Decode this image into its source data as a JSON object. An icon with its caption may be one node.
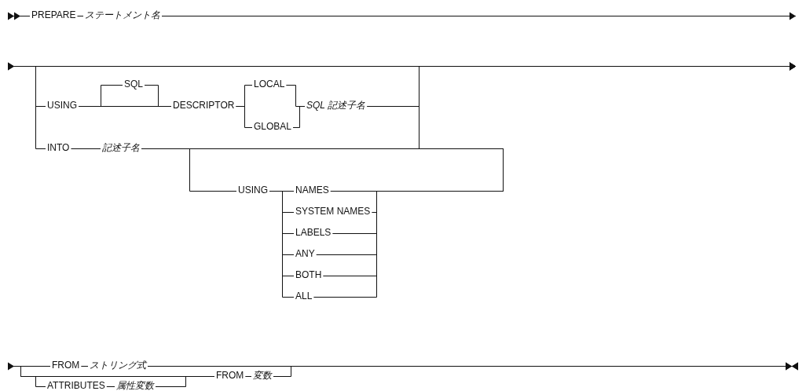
{
  "diagram": {
    "nodes": [
      {
        "text": [
          "PREPARE"
        ]
      },
      {
        "text": [
          "ステートメント名"
        ]
      },
      {
        "text": [
          "USING"
        ]
      },
      {
        "text": [
          "SQL"
        ]
      },
      {
        "text": [
          "DESCRIPTOR"
        ]
      },
      {
        "text": [
          "LOCAL"
        ]
      },
      {
        "text": [
          "GLOBAL"
        ]
      },
      {
        "text": [
          "SQL 記述子名"
        ]
      },
      {
        "text": [
          "INTO"
        ]
      },
      {
        "text": [
          "記述子名"
        ]
      },
      {
        "text": [
          "USING"
        ]
      },
      {
        "text": [
          "NAMES"
        ]
      },
      {
        "text": [
          "SYSTEM NAMES"
        ]
      },
      {
        "text": [
          "LABELS"
        ]
      },
      {
        "text": [
          "ANY"
        ]
      },
      {
        "text": [
          "BOTH"
        ]
      },
      {
        "text": [
          "ALL"
        ]
      },
      {
        "text": [
          "FROM"
        ]
      },
      {
        "text": [
          "ストリング式"
        ]
      },
      {
        "text": [
          "ATTRIBUTES"
        ]
      },
      {
        "text": [
          "属性変数"
        ]
      },
      {
        "text": [
          "FROM"
        ]
      },
      {
        "text": [
          "変数"
        ]
      }
    ],
    "edges": [
      {
        "from": 0,
        "to": 1,
        "arrow": "none"
      },
      {
        "from": 2,
        "to": 3,
        "arrow": "none"
      },
      {
        "from": 3,
        "to": 4,
        "arrow": "none"
      },
      {
        "from": 2,
        "to": 4,
        "arrow": "none"
      },
      {
        "from": 4,
        "to": 5,
        "arrow": "none"
      },
      {
        "from": 4,
        "to": 6,
        "arrow": "none"
      },
      {
        "from": 5,
        "to": 7,
        "arrow": "none"
      },
      {
        "from": 6,
        "to": 7,
        "arrow": "none"
      },
      {
        "from": 8,
        "to": 9,
        "arrow": "none"
      },
      {
        "from": 9,
        "to": 10,
        "arrow": "none"
      },
      {
        "from": 10,
        "to": 11,
        "arrow": "none"
      },
      {
        "from": 10,
        "to": 12,
        "arrow": "none"
      },
      {
        "from": 10,
        "to": 13,
        "arrow": "none"
      },
      {
        "from": 10,
        "to": 14,
        "arrow": "none"
      },
      {
        "from": 10,
        "to": 15,
        "arrow": "none"
      },
      {
        "from": 10,
        "to": 16,
        "arrow": "none"
      },
      {
        "from": 17,
        "to": 18,
        "arrow": "none"
      },
      {
        "from": 19,
        "to": 20,
        "arrow": "none"
      },
      {
        "from": 20,
        "to": 21,
        "arrow": "none"
      },
      {
        "from": 21,
        "to": 22,
        "arrow": "none"
      },
      {
        "from": null,
        "to": 0,
        "arrow": "other"
      },
      {
        "from": 1,
        "to": null,
        "arrow": "to"
      },
      {
        "from": null,
        "to": 2,
        "arrow": "other"
      },
      {
        "from": null,
        "to": 8,
        "arrow": "other"
      },
      {
        "from": 7,
        "to": null,
        "arrow": "to"
      },
      {
        "from": 9,
        "to": null,
        "arrow": "to"
      },
      {
        "from": 11,
        "to": null,
        "arrow": "to"
      },
      {
        "from": 12,
        "to": null,
        "arrow": "to"
      },
      {
        "from": 13,
        "to": null,
        "arrow": "to"
      },
      {
        "from": 14,
        "to": null,
        "arrow": "to"
      },
      {
        "from": 15,
        "to": null,
        "arrow": "to"
      },
      {
        "from": 16,
        "to": null,
        "arrow": "to"
      },
      {
        "from": null,
        "to": 17,
        "arrow": "other"
      },
      {
        "from": 18,
        "to": null,
        "arrow": "to"
      },
      {
        "from": null,
        "to": 21,
        "arrow": "none"
      },
      {
        "from": null,
        "to": 19,
        "arrow": "none"
      },
      {
        "from": 22,
        "to": null,
        "arrow": "to"
      }
    ]
  }
}
